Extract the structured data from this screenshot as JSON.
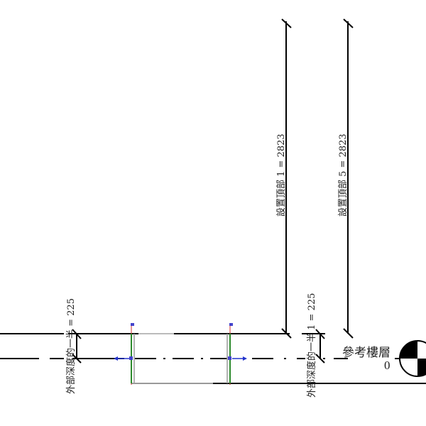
{
  "dimensions": {
    "set_top_1": "設置頂部 1 = 2823",
    "set_top_5": "設置頂部 5 = 2823",
    "half_depth_left": "外部深度的一半 = 225",
    "half_depth_right": "外部深度的一半 1 = 225"
  },
  "level": {
    "name": "參考樓層",
    "elevation": "0"
  },
  "colors": {
    "line": "#000000",
    "grey_line": "#9a9a9a",
    "ref_green": "#2e8b2e",
    "ref_red": "#d03030",
    "control_blue": "#2233cc"
  }
}
